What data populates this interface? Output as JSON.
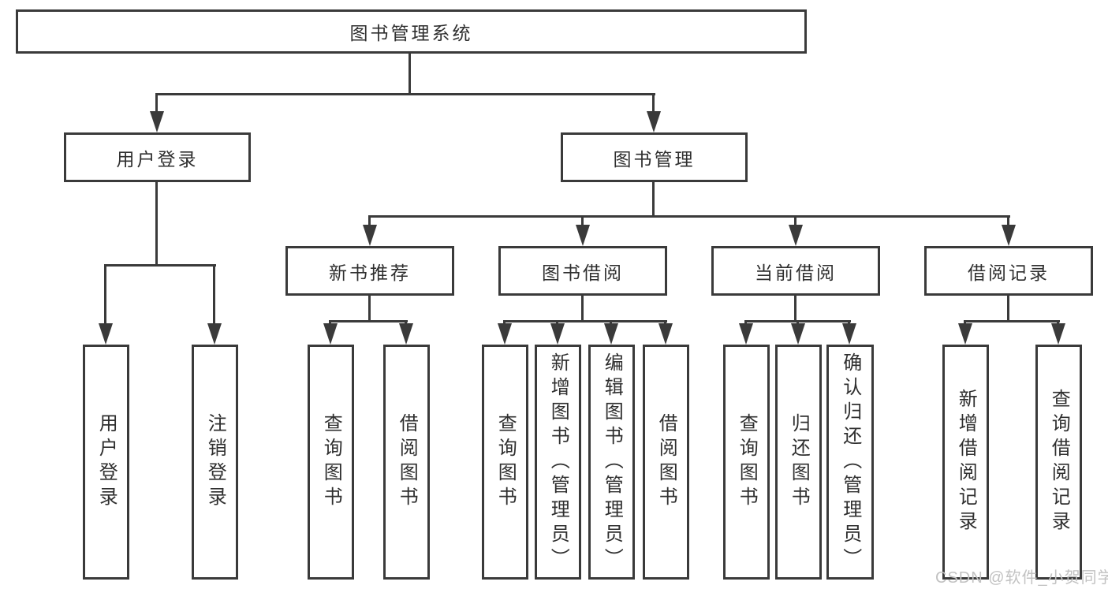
{
  "diagram_title": "图书管理系统",
  "nodes": {
    "root": "图书管理系统",
    "level2": [
      "用户登录",
      "图书管理"
    ],
    "level3": [
      "新书推荐",
      "图书借阅",
      "当前借阅",
      "借阅记录"
    ],
    "leaves_user": [
      "用户登录",
      "注销登录"
    ],
    "leaves_newbook": [
      "查询图书",
      "借阅图书"
    ],
    "leaves_borrow": [
      "查询图书",
      "新增图书（管理员）",
      "编辑图书（管理员）",
      "借阅图书"
    ],
    "leaves_current": [
      "查询图书",
      "归还图书",
      "确认归还（管理员）"
    ],
    "leaves_record": [
      "新增借阅记录",
      "查询借阅记录"
    ]
  },
  "watermark": "CSDN @软件_小贺同学",
  "colors": {
    "line": "#3a3a3a",
    "text": "#2f2f2f",
    "watermark": "#c2c2c2",
    "background": "#ffffff"
  }
}
